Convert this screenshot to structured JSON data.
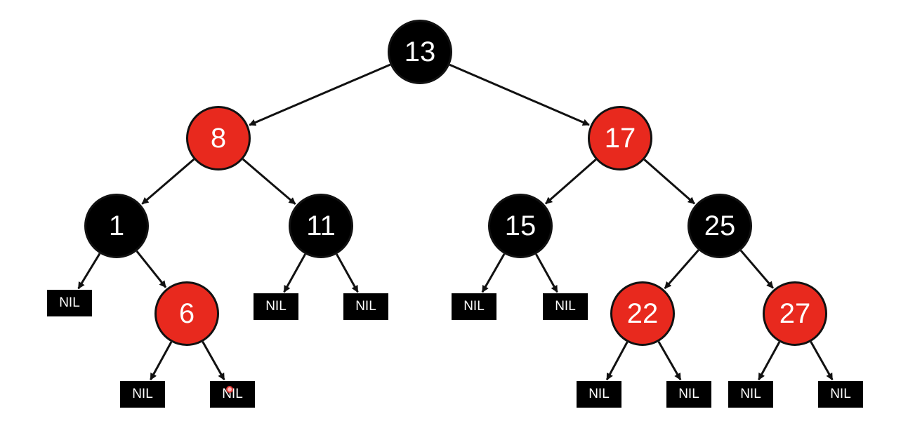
{
  "colors": {
    "red": "#e8291e",
    "black": "#000000",
    "edge": "#111111",
    "nil_text": "#ffffff"
  },
  "nodes": [
    {
      "id": "n13",
      "label": "13",
      "color": "black"
    },
    {
      "id": "n8",
      "label": "8",
      "color": "red"
    },
    {
      "id": "n17",
      "label": "17",
      "color": "red"
    },
    {
      "id": "n1",
      "label": "1",
      "color": "black"
    },
    {
      "id": "n11",
      "label": "11",
      "color": "black"
    },
    {
      "id": "n15",
      "label": "15",
      "color": "black"
    },
    {
      "id": "n25",
      "label": "25",
      "color": "black"
    },
    {
      "id": "n6",
      "label": "6",
      "color": "red"
    },
    {
      "id": "n22",
      "label": "22",
      "color": "red"
    },
    {
      "id": "n27",
      "label": "27",
      "color": "red"
    }
  ],
  "nil_label": "NIL",
  "edges": [
    [
      "n13",
      "n8"
    ],
    [
      "n13",
      "n17"
    ],
    [
      "n8",
      "n1"
    ],
    [
      "n8",
      "n11"
    ],
    [
      "n17",
      "n15"
    ],
    [
      "n17",
      "n25"
    ],
    [
      "n1",
      "nil1"
    ],
    [
      "n1",
      "n6"
    ],
    [
      "n11",
      "nil2"
    ],
    [
      "n11",
      "nil3"
    ],
    [
      "n15",
      "nil4"
    ],
    [
      "n15",
      "nil5"
    ],
    [
      "n25",
      "n22"
    ],
    [
      "n25",
      "n27"
    ],
    [
      "n6",
      "nil6"
    ],
    [
      "n6",
      "nil7"
    ],
    [
      "n22",
      "nil8"
    ],
    [
      "n22",
      "nil9"
    ],
    [
      "n27",
      "nil10"
    ],
    [
      "n27",
      "nil11"
    ]
  ]
}
